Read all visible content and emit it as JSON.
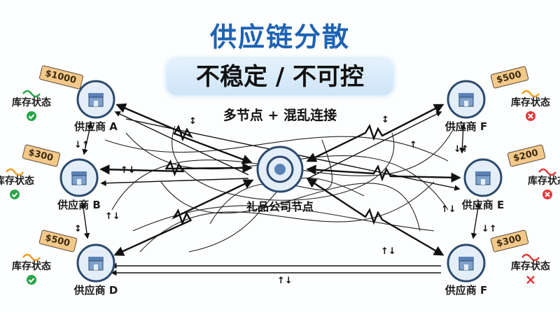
{
  "title": "供应链分散",
  "banner": "不稳定 / 不可控",
  "subtitle": "多节点 + 混乱连接",
  "center_node": {
    "label": "礼品公司节点",
    "icon": "target-node-icon"
  },
  "stock_label": "库存状态",
  "colors": {
    "title": "#1e63b4",
    "node_ring": "#2c4a6e",
    "ok": "#2aa54a",
    "bad": "#e03a3a",
    "wave_green": "#2aa54a",
    "wave_orange": "#f0a020",
    "wave_red": "#e03a3a",
    "tag": "#f3c98a"
  },
  "suppliers": [
    {
      "id": "A",
      "label": "供应商 A",
      "price": "$1000",
      "stock_wave": "green",
      "status": "ok",
      "side": "left"
    },
    {
      "id": "B",
      "label": "供应商 B",
      "price": "$300",
      "stock_wave": "orange",
      "status": "ok",
      "side": "left"
    },
    {
      "id": "D",
      "label": "供应商 D",
      "price": "$500",
      "stock_wave": "orange",
      "status": "ok",
      "side": "left"
    },
    {
      "id": "F1",
      "label": "供应商 F",
      "price": "$500",
      "stock_wave": "orange",
      "status": "bad",
      "side": "right"
    },
    {
      "id": "E",
      "label": "供应商 E",
      "price": "$200",
      "stock_wave": "red",
      "status": "bad",
      "side": "right"
    },
    {
      "id": "F2",
      "label": "供应商 F",
      "price": "$300",
      "stock_wave": "red",
      "status": "bad-cross",
      "side": "right"
    }
  ],
  "flow_marks": [
    "↕",
    "↓↑",
    "↑↓",
    "↑↓",
    "↕",
    "↕",
    "↓↑",
    "↑↓",
    "↑↓",
    "↑↓",
    "↓↑",
    "↑"
  ]
}
